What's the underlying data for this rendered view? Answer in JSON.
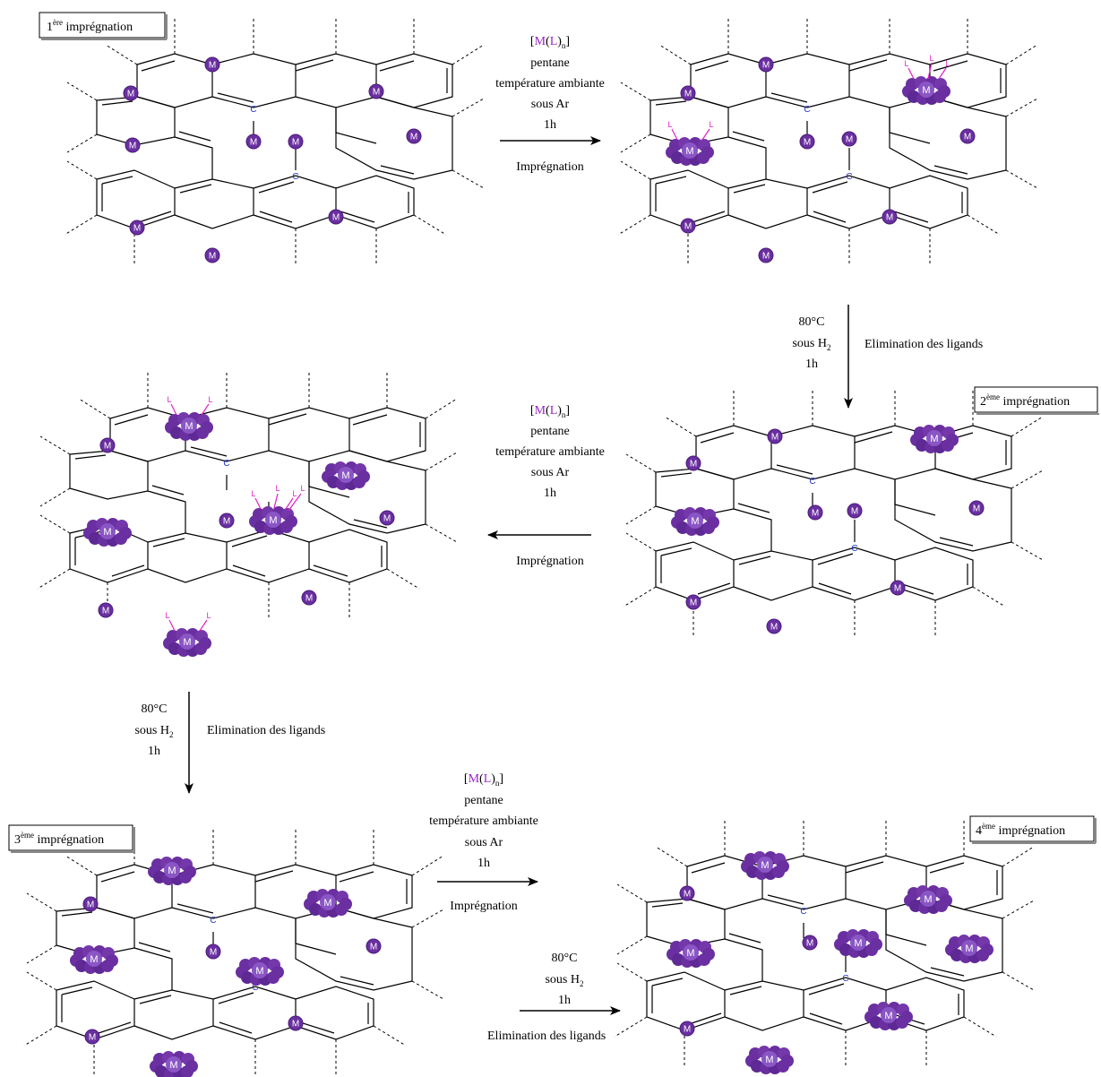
{
  "panels": [
    {
      "id": "p1",
      "label_prefix": "1",
      "label_sup": "ère",
      "label_rest": " imprégnation"
    },
    {
      "id": "p2",
      "label_prefix": "2",
      "label_sup": "ème",
      "label_rest": " imprégnation"
    },
    {
      "id": "p3",
      "label_prefix": "3",
      "label_sup": "ème",
      "label_rest": " imprégnation"
    },
    {
      "id": "p4",
      "label_prefix": "4",
      "label_sup": "ème",
      "label_rest": " imprégnation"
    }
  ],
  "reactions": {
    "impregnation": {
      "reagent_bracket_open": "[",
      "reagent_metal": "M",
      "reagent_paren_open": "(",
      "reagent_ligand": "L",
      "reagent_paren_close": ")",
      "reagent_subscript": "n",
      "reagent_bracket_close": "]",
      "solvent": "pentane",
      "temperature": "température ambiante",
      "atmosphere": "sous Ar",
      "time": "1h",
      "name": "Imprégnation"
    },
    "reduction": {
      "temperature": "80°C",
      "atmosphere_prefix": "sous H",
      "atmosphere_sub": "2",
      "time": "1h",
      "name": "Elimination des ligands"
    }
  },
  "atoms": {
    "metal": "M",
    "carbon": "C",
    "ligand": "L"
  },
  "colors": {
    "metal": "#6a2fa0",
    "metal_dark": "#4a1c7a",
    "metal_light": "#8a55c4",
    "carbon_label": "#2233cc",
    "ligand": "#e020c8",
    "reagent_metal": "#9a22c8",
    "bond": "#000000"
  }
}
